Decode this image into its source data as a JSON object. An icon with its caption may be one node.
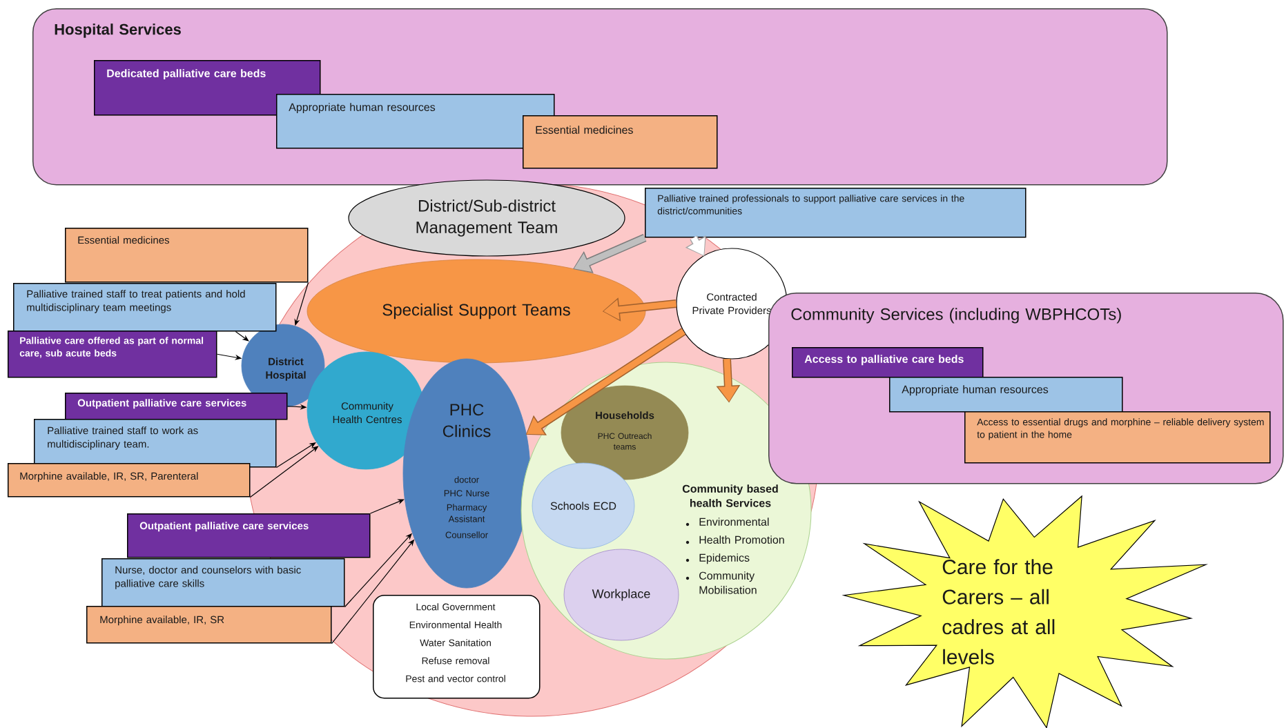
{
  "diagram": {
    "nodes": [
      {
        "text": [
          "Hospital Services"
        ]
      },
      {
        "text": [
          "Dedicated palliative care  beds"
        ],
        "in": 0
      },
      {
        "text": [
          "Appropriate human resources"
        ],
        "in": 0
      },
      {
        "text": [
          "Essential medicines"
        ],
        "in": 0
      },
      {
        "text": [
          "District/Sub-district Management Team"
        ]
      },
      {
        "text": [
          "Palliative trained professionals to support palliative care services in the district/communities"
        ]
      },
      {
        "text": [
          "Specialist Support Teams"
        ]
      },
      {
        "text": [
          "Contracted Private Providers"
        ]
      },
      {
        "text": [
          "Essential medicines"
        ]
      },
      {
        "text": [
          "Palliative trained staff to treat patients and hold multidisciplinary team meetings"
        ]
      },
      {
        "text": [
          "Palliative care offered as part of normal care, sub acute beds"
        ]
      },
      {
        "text": [
          "District Hospital"
        ]
      },
      {
        "text": [
          "Community Health Centres"
        ]
      },
      {
        "text": [
          "Outpatient palliative care services"
        ]
      },
      {
        "text": [
          "Palliative trained staff to work as multidisciplinary team."
        ]
      },
      {
        "text": [
          "Morphine available, IR, SR, Parenteral"
        ]
      },
      {
        "text": [
          "PHC Clinics",
          "doctor",
          "PHC Nurse",
          "Pharmacy Assistant",
          "Counsellor"
        ]
      },
      {
        "text": [
          "Outpatient palliative care services"
        ]
      },
      {
        "text": [
          "Nurse, doctor and counselors with basic palliative care skills"
        ]
      },
      {
        "text": [
          "Morphine available, IR, SR"
        ]
      },
      {
        "text": [
          "Community based health Services",
          "Environmental",
          "Health Promotion",
          "Epidemics",
          "Community Mobilisation"
        ]
      },
      {
        "text": [
          "Households",
          "PHC Outreach teams"
        ],
        "in": 20
      },
      {
        "text": [
          "Schools ECD"
        ],
        "in": 20
      },
      {
        "text": [
          "Workplace"
        ],
        "in": 20
      },
      {
        "text": [
          "Local Government",
          "Environmental Health",
          "Water Sanitation",
          "Refuse removal",
          "Pest and vector control"
        ]
      },
      {
        "text": [
          "Community Services (including WBPHCOTs)"
        ]
      },
      {
        "text": [
          "Access to palliative care beds"
        ],
        "in": 25
      },
      {
        "text": [
          "Appropriate human resources"
        ],
        "in": 25
      },
      {
        "text": [
          "Access to essential drugs and morphine – reliable delivery system to patient in the home"
        ],
        "in": 25
      },
      {
        "text": [
          "Care for the Carers – all cadres at all levels"
        ]
      }
    ],
    "edges": [
      {
        "from": 8,
        "to": 11,
        "arrow": "to"
      },
      {
        "from": 9,
        "to": 11,
        "arrow": "to"
      },
      {
        "from": 10,
        "to": 11,
        "arrow": "to"
      },
      {
        "from": 13,
        "to": 12,
        "arrow": "to"
      },
      {
        "from": 14,
        "to": 12,
        "arrow": "to"
      },
      {
        "from": 15,
        "to": 12,
        "arrow": "to"
      },
      {
        "from": 17,
        "to": 16,
        "arrow": "to"
      },
      {
        "from": 18,
        "to": 16,
        "arrow": "to"
      },
      {
        "from": 19,
        "to": 16,
        "arrow": "to"
      },
      {
        "from": 5,
        "to": 6,
        "arrow": "to",
        "style": "thick",
        "color": "#bfbfbf"
      },
      {
        "from": 5,
        "to": 7,
        "arrow": "to",
        "style": "thick",
        "color": "#ffffff"
      },
      {
        "from": 7,
        "to": 6,
        "arrow": "to",
        "style": "thick",
        "color": "#f79646"
      },
      {
        "from": 7,
        "to": 16,
        "arrow": "to",
        "style": "thick",
        "color": "#f79646"
      },
      {
        "from": 7,
        "to": 20,
        "arrow": "to",
        "style": "thick",
        "color": "#f79646"
      }
    ]
  }
}
